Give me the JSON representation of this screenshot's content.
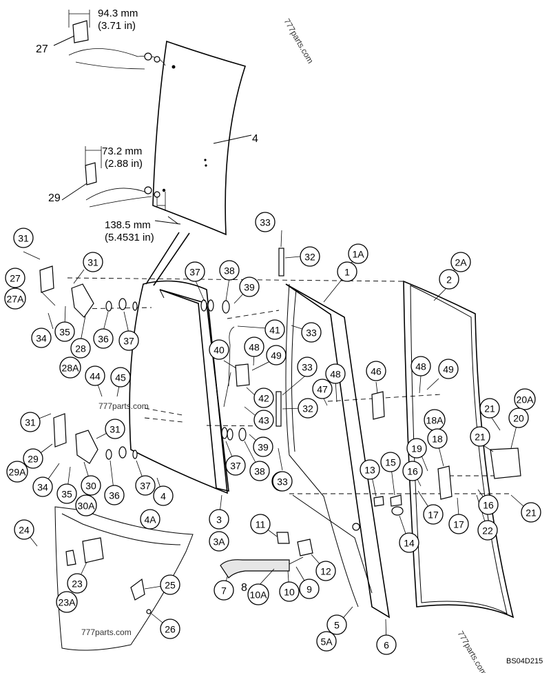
{
  "watermarks": [
    "777parts.com",
    "777parts.com",
    "777parts.com",
    "777parts.com"
  ],
  "drawing_code": "BS04D215",
  "dimensions": {
    "top_bracket": {
      "mm": "94.3 mm",
      "in": "(3.71 in)"
    },
    "mid_bracket": {
      "mm": "73.2 mm",
      "in": "(2.88 in)"
    },
    "glass_hole": {
      "mm": "138.5 mm",
      "in": "(5.4531 in)"
    }
  },
  "plain_labels": [
    "27",
    "29",
    "4",
    "8"
  ],
  "callouts": [
    "31",
    "27",
    "27A",
    "31",
    "34",
    "35",
    "28",
    "28A",
    "36",
    "37",
    "37",
    "38",
    "39",
    "41",
    "40",
    "48",
    "49",
    "42",
    "43",
    "33",
    "32",
    "33",
    "33",
    "33",
    "32",
    "1A",
    "1",
    "2A",
    "2",
    "47",
    "48",
    "46",
    "48",
    "49",
    "21",
    "20A",
    "20",
    "18A",
    "18",
    "19",
    "16",
    "21",
    "16",
    "17",
    "17",
    "22",
    "21",
    "13",
    "15",
    "14",
    "44",
    "45",
    "31",
    "31",
    "29",
    "29A",
    "34",
    "35",
    "30",
    "36",
    "37",
    "4",
    "4A",
    "37",
    "38",
    "39",
    "33",
    "3",
    "3A",
    "30A",
    "24",
    "23",
    "23A",
    "25",
    "26",
    "11",
    "12",
    "7",
    "10A",
    "10",
    "9",
    "5",
    "5A",
    "6"
  ]
}
